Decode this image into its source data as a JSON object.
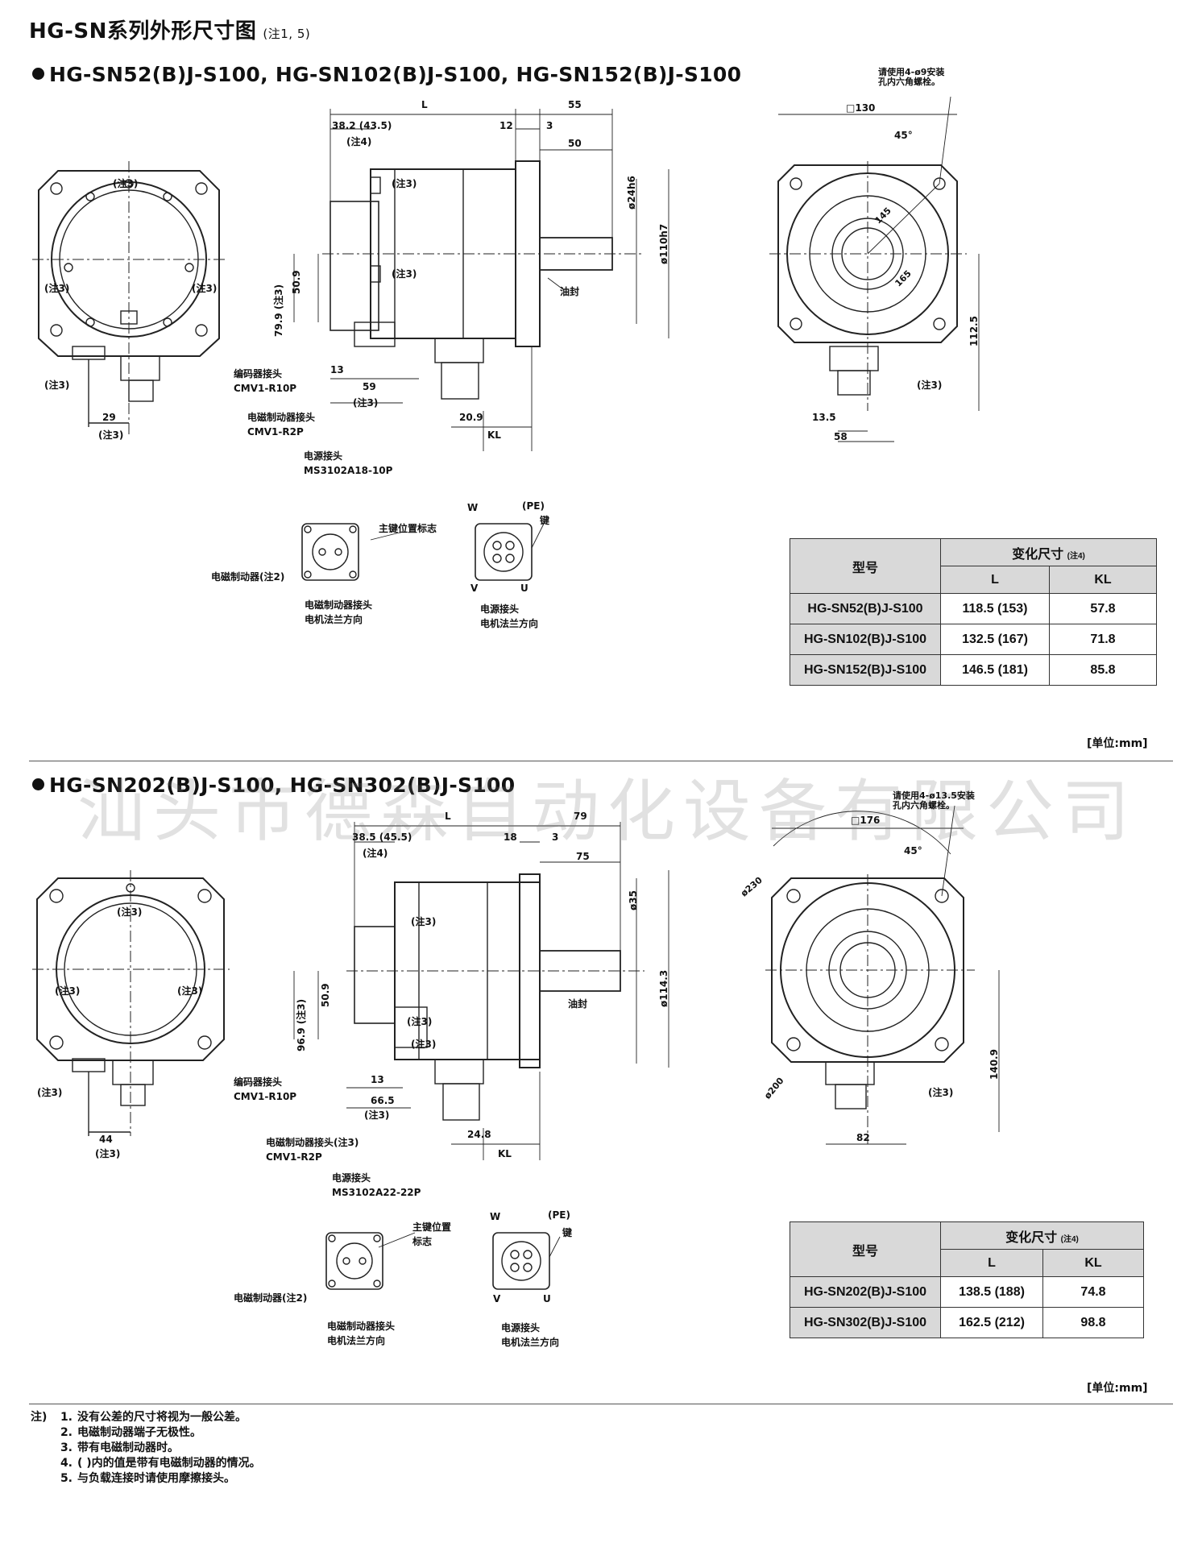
{
  "title": {
    "text": "HG-SN系列外形尺寸图",
    "note": "(注1, 5)"
  },
  "watermark": "汕头市德森自动化设备有限公司",
  "section1": {
    "heading": "HG-SN52(B)J-S100, HG-SN102(B)J-S100, HG-SN152(B)J-S100",
    "dims": {
      "L": "L",
      "d55": "55",
      "d38": "38.2 (43.5)",
      "note4": "(注4)",
      "d12": "12",
      "d3": "3",
      "d50": "50",
      "dia24": "ø24h6",
      "dia110": "ø110h7",
      "oilseal": "油封",
      "d509": "50.9",
      "d799": "79.9 (注3)",
      "d13": "13",
      "d59": "59",
      "note3": "(注3)",
      "d209": "20.9",
      "KL": "KL",
      "d29": "29",
      "sq130": "□130",
      "deg45": "45°",
      "bolt": "请使用4-ø9安装\n孔内六角螺栓。",
      "d1125": "112.5",
      "d135": "13.5",
      "d58": "58",
      "r45": "145",
      "r165": "165"
    },
    "conn": {
      "encoder": "编码器接头",
      "encoder_p": "CMV1-R10P",
      "brake": "电磁制动器接头",
      "brake_p": "CMV1-R2P",
      "power": "电源接头",
      "power_p": "MS3102A18-10P",
      "key_mark": "主键位置标志",
      "brake_note": "电磁制动器(注2)",
      "brake_dir1": "电磁制动器接头",
      "brake_dir2": "电机法兰方向",
      "power_dir1": "电源接头",
      "power_dir2": "电机法兰方向",
      "W": "W",
      "PE": "(PE)",
      "key": "键",
      "V": "V",
      "U": "U"
    },
    "table": {
      "h_model": "型号",
      "h_var": "变化尺寸",
      "h_note": "(注4)",
      "h_L": "L",
      "h_KL": "KL",
      "rows": [
        {
          "model": "HG-SN52(B)J-S100",
          "L": "118.5 (153)",
          "KL": "57.8"
        },
        {
          "model": "HG-SN102(B)J-S100",
          "L": "132.5 (167)",
          "KL": "71.8"
        },
        {
          "model": "HG-SN152(B)J-S100",
          "L": "146.5 (181)",
          "KL": "85.8"
        }
      ]
    },
    "unit": "[单位:mm]"
  },
  "section2": {
    "heading": "HG-SN202(B)J-S100, HG-SN302(B)J-S100",
    "dims": {
      "L": "L",
      "d79": "79",
      "d38": "38.5 (45.5)",
      "note4": "(注4)",
      "d18": "18",
      "d3": "3",
      "d75": "75",
      "dia35": "ø35",
      "dia114": "ø114.3",
      "oilseal": "油封",
      "d509": "50.9",
      "d969": "96.9 (注3)",
      "d13": "13",
      "d665": "66.5",
      "note3": "(注3)",
      "d248": "24.8",
      "KL": "KL",
      "d44": "44",
      "sq176": "□176",
      "deg45": "45°",
      "bolt": "请使用4-ø13.5安装\n孔内六角螺栓。",
      "d1409": "140.9",
      "d82": "82",
      "dia230": "ø230",
      "dia200": "ø200"
    },
    "conn": {
      "encoder": "编码器接头",
      "encoder_p": "CMV1-R10P",
      "brake": "电磁制动器接头(注3)",
      "brake_p": "CMV1-R2P",
      "power": "电源接头",
      "power_p": "MS3102A22-22P",
      "key_mark1": "主键位置",
      "key_mark2": "标志",
      "brake_note": "电磁制动器(注2)",
      "brake_dir1": "电磁制动器接头",
      "brake_dir2": "电机法兰方向",
      "power_dir1": "电源接头",
      "power_dir2": "电机法兰方向",
      "W": "W",
      "PE": "(PE)",
      "key": "键",
      "V": "V",
      "U": "U"
    },
    "table": {
      "h_model": "型号",
      "h_var": "变化尺寸",
      "h_note": "(注4)",
      "h_L": "L",
      "h_KL": "KL",
      "rows": [
        {
          "model": "HG-SN202(B)J-S100",
          "L": "138.5 (188)",
          "KL": "74.8"
        },
        {
          "model": "HG-SN302(B)J-S100",
          "L": "162.5 (212)",
          "KL": "98.8"
        }
      ]
    },
    "unit": "[单位:mm]"
  },
  "notes": {
    "prefix": "注)",
    "items": [
      {
        "num": "1.",
        "text": "没有公差的尺寸将视为一般公差。"
      },
      {
        "num": "2.",
        "text": "电磁制动器端子无极性。"
      },
      {
        "num": "3.",
        "text": "带有电磁制动器时。"
      },
      {
        "num": "4.",
        "text": "(    )内的值是带有电磁制动器的情况。"
      },
      {
        "num": "5.",
        "text": "与负载连接时请使用摩擦接头。"
      }
    ]
  }
}
